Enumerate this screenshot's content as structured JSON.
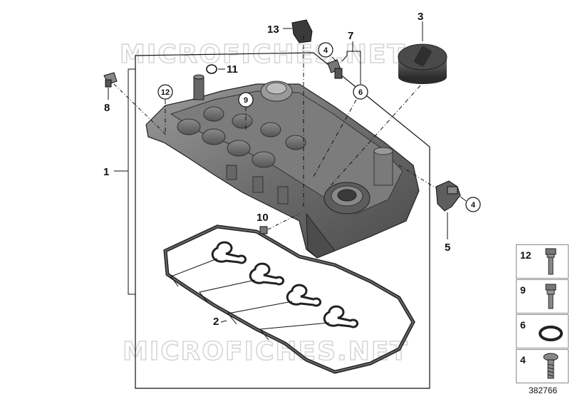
{
  "watermark": "MICROFICHES.NET",
  "callouts": {
    "c1": "1",
    "c2": "2",
    "c3": "3",
    "c4a": "4",
    "c4b": "4",
    "c5": "5",
    "c6": "6",
    "c7": "7",
    "c8": "8",
    "c9": "9",
    "c10": "10",
    "c11": "11",
    "c12": "12",
    "c13": "13"
  },
  "side_panel": {
    "items": [
      {
        "label": "12",
        "icon": "bolt-long-icon"
      },
      {
        "label": "9",
        "icon": "bolt-short-icon"
      },
      {
        "label": "6",
        "icon": "o-ring-icon"
      },
      {
        "label": "4",
        "icon": "screw-icon"
      }
    ]
  },
  "reference_number": "382766",
  "colors": {
    "line": "#111111",
    "part_dark": "#5a5a5a",
    "part_mid": "#8c8c8c",
    "watermark": "#d6d6d6"
  }
}
